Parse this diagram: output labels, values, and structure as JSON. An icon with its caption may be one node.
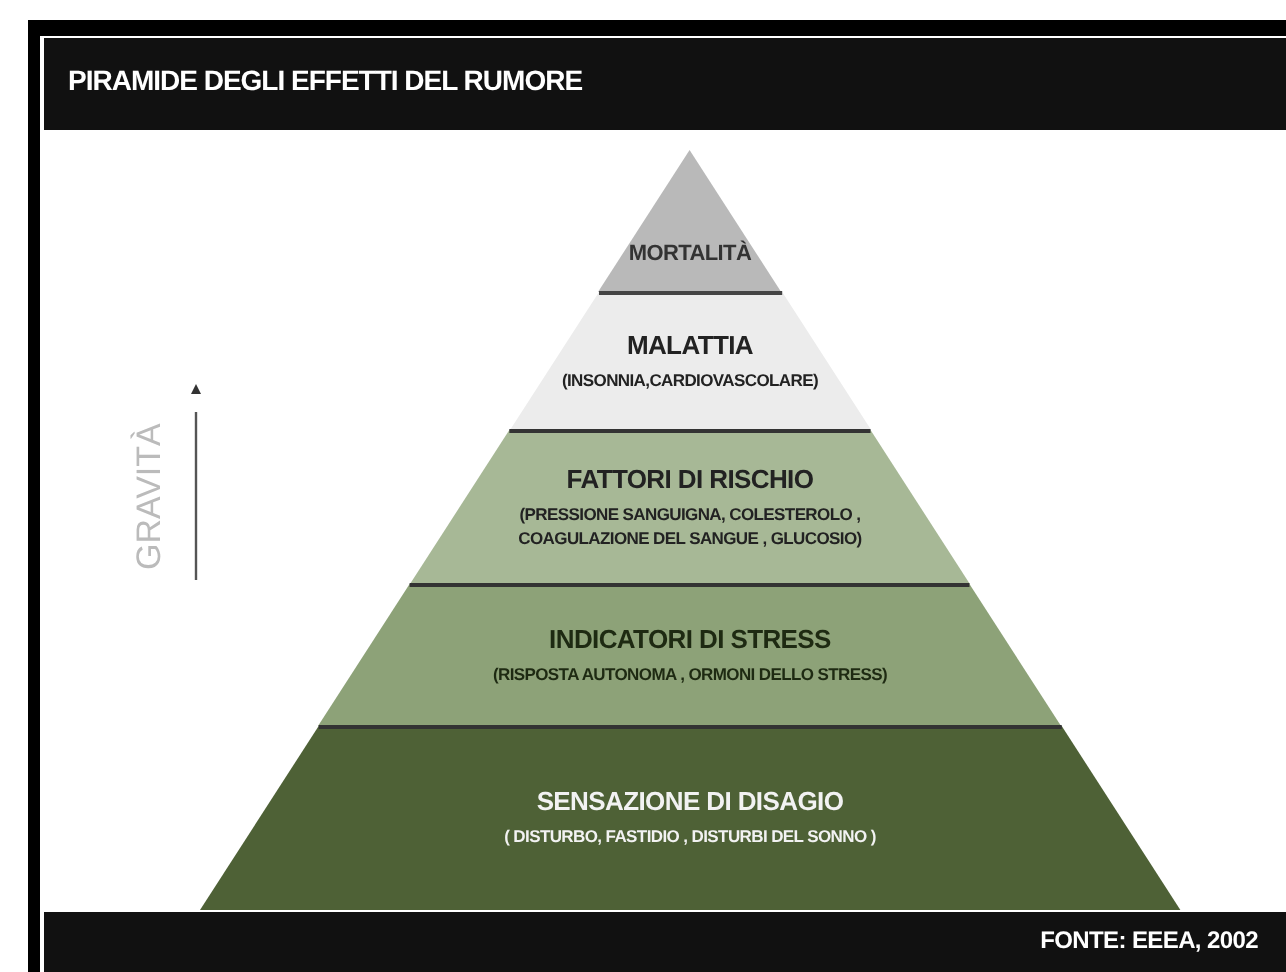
{
  "diagram": {
    "title": "PIRAMIDE DEGLI EFFETTI DEL RUMORE",
    "nodes": [
      {
        "text": [
          "MORTALITÀ"
        ]
      },
      {
        "text": [
          "MALATTIA",
          "(INSONNIA,CARDIOVASCOLARE)"
        ]
      },
      {
        "text": [
          "FATTORI DI RISCHIO",
          "(PRESSIONE SANGUIGNA, COLESTEROLO , COAGULAZIONE DEL SANGUE , GLUCOSIO)"
        ]
      },
      {
        "text": [
          "INDICATORI DI STRESS",
          "(RISPOSTA AUTONOMA , ORMONI DELLO STRESS)"
        ]
      },
      {
        "text": [
          "SENSAZIONE DI DISAGIO",
          "( DISTURBO, FASTIDIO , DISTURBI DEL SONNO )"
        ]
      }
    ],
    "labels": [
      "GRAVITÀ",
      "FONTE: EEEA, 2002"
    ]
  }
}
